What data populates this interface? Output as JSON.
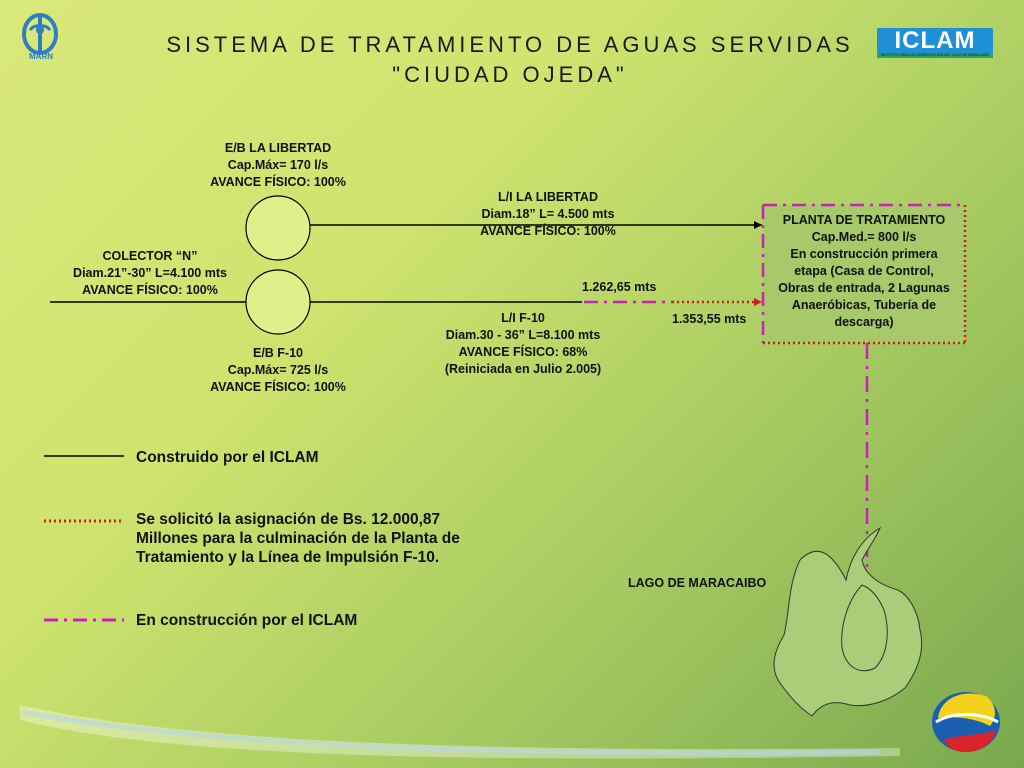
{
  "title": {
    "line1": "SISTEMA DE TRATAMIENTO DE AGUAS SERVIDAS",
    "line2": "\"CIUDAD OJEDA\""
  },
  "logos": {
    "left": "MARN",
    "right": "ICLAM",
    "right_sub": "INSTITUTO PARA LA CONSERVACIÓN DEL LAGO DE MARACAIBO"
  },
  "station_libertad": {
    "line1": "E/B LA LIBERTAD",
    "line2": "Cap.Máx= 170 l/s",
    "line3": "AVANCE FÍSICO: 100%"
  },
  "line_libertad": {
    "line1": "L/I LA LIBERTAD",
    "line2": "Diam.18” L= 4.500 mts",
    "line3": "AVANCE FÍSICO: 100%"
  },
  "collector": {
    "line1": "COLECTOR “N”",
    "line2": "Diam.21”-30” L=4.100 mts",
    "line3": "AVANCE FÍSICO: 100%"
  },
  "station_f10": {
    "line1": "E/B F-10",
    "line2": "Cap.Máx= 725 l/s",
    "line3": "AVANCE FÍSICO: 100%"
  },
  "line_f10": {
    "line1": "L/I F-10",
    "line2": "Diam.30 - 36” L=8.100 mts",
    "line3": "AVANCE FÍSICO: 68%",
    "line4": "(Reiniciada en Julio 2.005)"
  },
  "dist1": "1.262,65 mts",
  "dist2": "1.353,55 mts",
  "plant": {
    "line1": "PLANTA DE TRATAMIENTO",
    "line2": "Cap.Med.= 800 l/s",
    "line3": "En construcción primera",
    "line4": "etapa (Casa de Control,",
    "line5": "Obras de entrada, 2 Lagunas",
    "line6": "Anaeróbicas, Tubería de",
    "line7": "descarga)"
  },
  "lake": "LAGO DE MARACAIBO",
  "legend": {
    "built": "Construido por el ICLAM",
    "requested_line1": "Se solicitó la asignación de Bs. 12.000,87",
    "requested_line2": "Millones para la culminación de la Planta de",
    "requested_line3": "Tratamiento y la Línea de Impulsión F-10.",
    "construction": "En construcción por el ICLAM"
  },
  "colors": {
    "background_light": "#d9e87a",
    "background_dark": "#7aa84e",
    "station_fill": "#dff08a",
    "plant_fill": "#a7c96a",
    "lake_fill": "#a9cd78",
    "built_line": "#000000",
    "requested_line": "#c8201a",
    "construction_line": "#cc1fb8"
  }
}
